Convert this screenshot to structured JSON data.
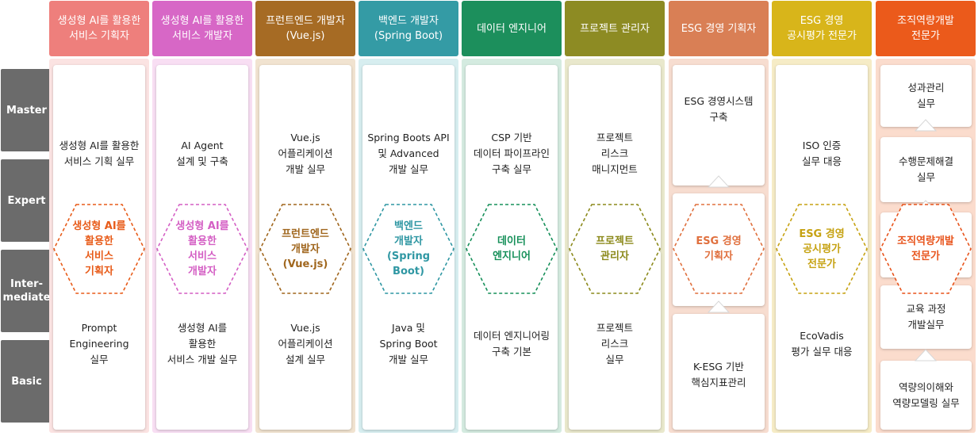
{
  "levels": [
    "Master",
    "Expert",
    "Inter-\nmediate",
    "Basic"
  ],
  "columns": [
    {
      "header": "생성형 AI를 활용한\n서비스 기획자",
      "header_color": "#ee7f7c",
      "bg_color": "#fbe3e2",
      "hex": "생성형 AI를\n활용한\n서비스\n기획자",
      "hex_color": "#e85c1a",
      "upper": "생성형 AI를 활용한\n서비스 기획 실무",
      "lower": "Prompt\nEngineering\n실무"
    },
    {
      "header": "생성형 AI를 활용한\n서비스 개발자",
      "header_color": "#d767c6",
      "bg_color": "#f8def3",
      "hex": "생성형 AI를\n활용한\n서비스\n개발자",
      "hex_color": "#d45fc4",
      "upper": "AI Agent\n설계 및 구축",
      "lower": "생성형 AI를\n활용한\n서비스 개발 실무"
    },
    {
      "header": "프런트엔드 개발자\n(Vue.js)",
      "header_color": "#a66b24",
      "bg_color": "#f1e3d0",
      "hex": "프런트엔드\n개발자\n(Vue.js)",
      "hex_color": "#a0661d",
      "upper": "Vue.js\n어플리케이션\n개발 실무",
      "lower": "Vue.js\n어플리케이션\n설계 실무"
    },
    {
      "header": "백엔드 개발자\n(Spring Boot)",
      "header_color": "#349ba5",
      "bg_color": "#d7eef0",
      "hex": "백엔드\n개발자\n(Spring Boot)",
      "hex_color": "#2f97a3",
      "upper": "Spring Boots API\n및 Advanced\n개발 실무",
      "lower": "Java 및\nSpring Boot\n개발 실무"
    },
    {
      "header": "데이터 엔지니어",
      "header_color": "#1c8f5c",
      "bg_color": "#d4ebe0",
      "hex": "데이터\n엔지니어",
      "hex_color": "#17905a",
      "upper": "CSP 기반\n데이터 파이프라인\n구축 실무",
      "lower": "데이터 엔지니어링\n구축 기본"
    },
    {
      "header": "프로젝트 관리자",
      "header_color": "#8d8b23",
      "bg_color": "#e9e8cc",
      "hex": "프로젝트\n관리자",
      "hex_color": "#8c8a1c",
      "upper": "프로젝트\n리스크\n매니지먼트",
      "lower": "프로젝트\n리스크\n실무"
    },
    {
      "header": "ESG 경영 기획자",
      "header_color": "#d97f55",
      "bg_color": "#f7ddd0",
      "hex": "ESG 경영\n기획자",
      "hex_color": "#e0703e",
      "stack": [
        "ESG 경영시스템\n구축",
        "",
        "K-ESG 기반\n핵심지표관리"
      ]
    },
    {
      "header": "ESG 경영\n공시평가 전문가",
      "header_color": "#d8b51a",
      "bg_color": "#f6ecc6",
      "hex": "ESG 경영\n공시평가\n전문가",
      "hex_color": "#c6a212",
      "upper": "ISO 인증\n실무 대응",
      "lower": "EcoVadis\n평가 실무 대응"
    },
    {
      "header": "조직역량개발\n전문가",
      "header_color": "#eb5a1b",
      "bg_color": "#fbdccd",
      "hex": "조직역량개발\n전문가",
      "hex_color": "#e8541c",
      "stack": [
        "성과관리\n실무",
        "수행문제해결\n실무",
        "",
        "교육 과정\n개발실무",
        "역량의이해와\n역량모델링 실무"
      ]
    }
  ]
}
